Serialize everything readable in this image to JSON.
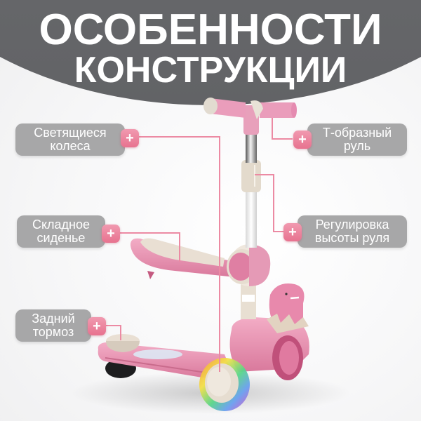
{
  "header": {
    "title_line1": "ОСОБЕННОСТИ",
    "title_line2": "КОНСТРУКЦИИ"
  },
  "features": [
    {
      "id": "glowing-wheels",
      "line1": "Светящиеся",
      "line2": "колеса",
      "badge": "+"
    },
    {
      "id": "t-handlebar",
      "line1": "Т-образный",
      "line2": "руль",
      "badge": "+"
    },
    {
      "id": "folding-seat",
      "line1": "Складное",
      "line2": "сиденье",
      "badge": "+"
    },
    {
      "id": "height-adjust",
      "line1": "Регулировка",
      "line2": "высоты руля",
      "badge": "+"
    },
    {
      "id": "rear-brake",
      "line1": "Задний",
      "line2": "тормоз",
      "badge": "+"
    }
  ],
  "colors": {
    "header_gray": "#666769",
    "pill_gray": "#a7a7a8",
    "accent_pink": "#ec7f9a",
    "scooter_pink": "#e993b3",
    "scooter_cream": "#e6ddd0"
  },
  "product": {
    "image_name": "pink-kids-scooter-with-seat"
  }
}
